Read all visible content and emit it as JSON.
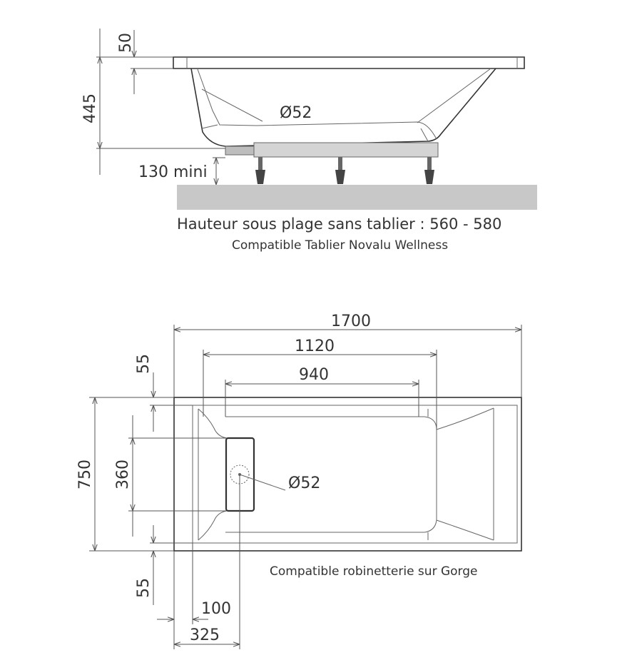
{
  "side_view": {
    "dim_rim": "50",
    "dim_height": "445",
    "dim_feet": "130 mini",
    "drain": "Ø52",
    "caption_height": "Hauteur sous plage sans tablier : 560 - 580",
    "caption_apron": "Compatible Tablier Novalu Wellness"
  },
  "top_view": {
    "dim_length": "1700",
    "dim_inner_length": "1120",
    "dim_bottom_length": "940",
    "dim_width": "750",
    "dim_bottom_width": "360",
    "dim_rim_top": "55",
    "dim_rim_bottom": "55",
    "dim_drain_offset": "100",
    "dim_drain_center": "325",
    "drain": "Ø52",
    "caption_faucet": "Compatible robinetterie sur Gorge"
  },
  "colors": {
    "floor": "#c8c8c8",
    "frame": "#d4d4d4",
    "line": "#333333"
  }
}
